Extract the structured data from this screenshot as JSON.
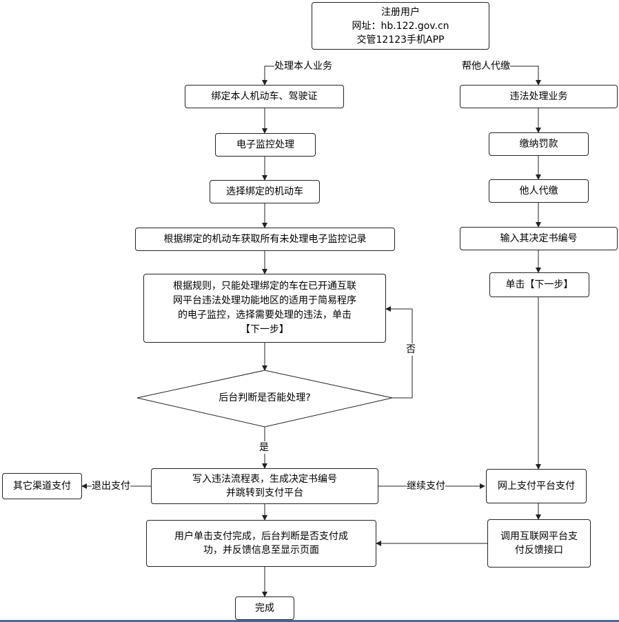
{
  "nodes": {
    "register": {
      "lines": [
        "注册用户",
        "网址：hb.122.gov.cn",
        "交管12123手机APP"
      ]
    },
    "bind_vehicle": "绑定本人机动车、驾驶证",
    "e_monitor": "电子监控处理",
    "select_vehicle": "选择绑定的机动车",
    "get_records": "根据绑定的机动车获取所有未处理电子监控记录",
    "rules": {
      "lines": [
        "根据规则，只能处理绑定的车在已开通互联",
        "网平台违法处理功能地区的适用于简易程序",
        "的电子监控，选择需要处理的违法，单击",
        "【下一步】"
      ]
    },
    "decision": "后台判断是否能处理?",
    "write_flow": {
      "lines": [
        "写入违法流程表，生成决定书编号",
        "并跳转到支付平台"
      ]
    },
    "other_channels": "其它渠道支付",
    "user_click": {
      "lines": [
        "用户单击支付完成，后台判断是否支付成",
        "功，并反馈信息至显示页面"
      ]
    },
    "done": "完成",
    "violation_biz": "违法处理业务",
    "pay_fine": "缴纳罚款",
    "pay_for_others": "他人代缴",
    "enter_number": "输入其决定书编号",
    "click_next": "单击【下一步】",
    "online_pay": "网上支付平台支付",
    "call_interface": {
      "lines": [
        "调用互联网平台支",
        "付反馈接口"
      ]
    }
  },
  "edge_labels": {
    "self_business": "处理本人业务",
    "help_others": "帮他人代缴",
    "no": "否",
    "yes": "是",
    "exit_pay": "退出支付",
    "continue_pay": "继续支付"
  }
}
